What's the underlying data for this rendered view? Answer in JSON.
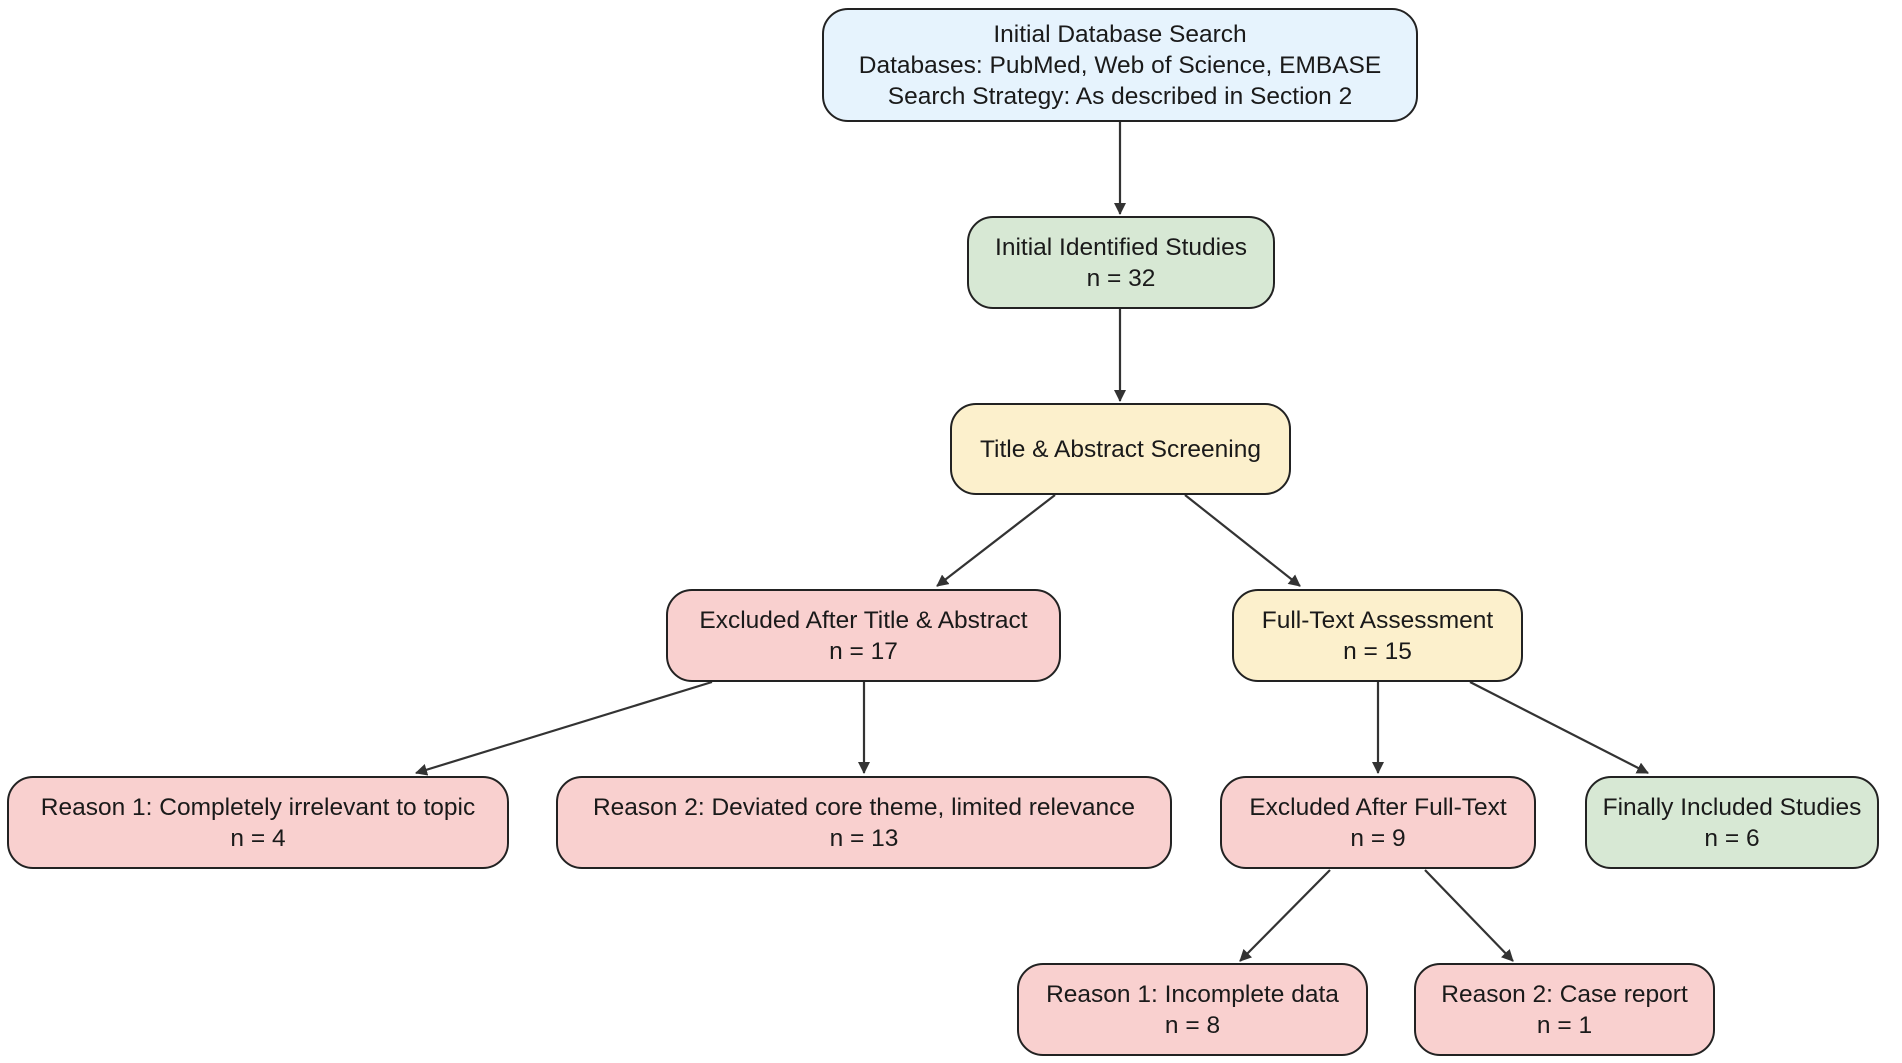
{
  "colors": {
    "search": "#e6f3fd",
    "identified": "#d7e8d4",
    "screening": "#fcf0cc",
    "excluded": "#f9d0cf",
    "included": "#d7e8d4",
    "border": "#222222",
    "arrow": "#333333"
  },
  "nodes": {
    "initial_search": {
      "line1": "Initial Database Search",
      "line2": "Databases: PubMed, Web of Science, EMBASE",
      "line3": "Search Strategy: As described in Section 2"
    },
    "identified": {
      "title": "Initial Identified Studies",
      "count": "n = 32"
    },
    "screening": {
      "title": "Title & Abstract Screening"
    },
    "excluded_ta": {
      "title": "Excluded After Title & Abstract",
      "count": "n = 17"
    },
    "full_text": {
      "title": "Full-Text Assessment",
      "count": "n = 15"
    },
    "reason1_ta": {
      "title": "Reason 1: Completely irrelevant to topic",
      "count": "n = 4"
    },
    "reason2_ta": {
      "title": "Reason 2: Deviated core theme, limited relevance",
      "count": "n = 13"
    },
    "excluded_ft": {
      "title": "Excluded After Full-Text",
      "count": "n = 9"
    },
    "included": {
      "title": "Finally Included Studies",
      "count": "n = 6"
    },
    "reason1_ft": {
      "title": "Reason 1: Incomplete data",
      "count": "n = 8"
    },
    "reason2_ft": {
      "title": "Reason 2: Case report",
      "count": "n = 1"
    }
  }
}
